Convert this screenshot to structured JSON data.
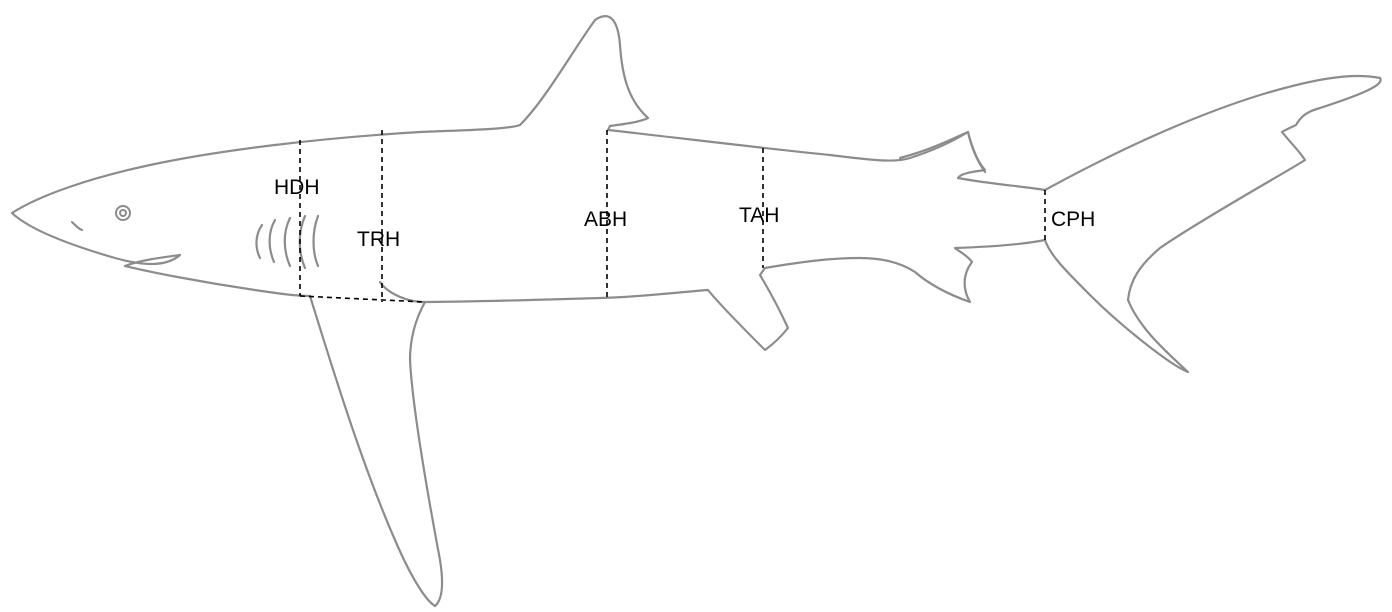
{
  "diagram": {
    "labels": {
      "hdh": "HDH",
      "trh": "TRH",
      "abh": "ABH",
      "tah": "TAH",
      "cph": "CPH"
    },
    "colors": {
      "outline": "#8c8c8c",
      "measure_lines": "#000000",
      "background": "#ffffff"
    }
  }
}
